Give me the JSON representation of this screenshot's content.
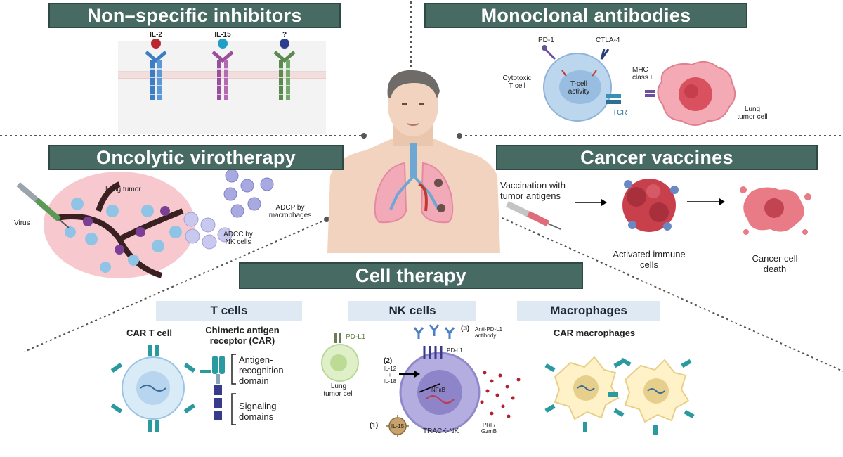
{
  "sections": {
    "non_specific": {
      "title": "Non–specific inhibitors",
      "receptors": [
        "IL-2",
        "IL-15",
        "?"
      ]
    },
    "monoclonal": {
      "title": "Monoclonal antibodies",
      "pd1": "PD-1",
      "ctla4": "CTLA-4",
      "cytotoxic": "Cytotoxic\nT cell",
      "tcell_activity": "T-cell\nactivity",
      "mhc": "MHC\nclass I",
      "tcr": "TCR",
      "lung_tumor_cell": "Lung\ntumor cell"
    },
    "oncolytic": {
      "title": "Oncolytic virotherapy",
      "lung_tumor": "Lung tumor",
      "virus": "Virus",
      "adcp": "ADCP by\nmacrophages",
      "adcc": "ADCC by\nNK cells"
    },
    "vaccines": {
      "title": "Cancer vaccines",
      "vaccination": "Vaccination with\ntumor antigens",
      "activated": "Activated immune\ncells",
      "death": "Cancer cell\ndeath"
    },
    "cell_therapy": {
      "title": "Cell therapy",
      "t_cells": {
        "header": "T cells",
        "car_t_cell": "CAR T cell",
        "car": "Chimeric antigen\nreceptor (CAR)",
        "antigen_domain": "Antigen-\nrecognition\ndomain",
        "signaling": "Signaling\ndomains"
      },
      "nk_cells": {
        "header": "NK cells",
        "pdl1_tumor": "PD-L1",
        "lung_tumor_cell": "Lung\ntumor cell",
        "step3": "(3)",
        "anti_pdl1": "Anti-PD-L1\nantibody",
        "pdl1_nk": "PD-L1",
        "step2": "(2)",
        "il12_il18": "IL-12\n+\nIL-18",
        "nfkb": "NFκB",
        "step1": "(1)",
        "il15": "IL-15",
        "track_nk": "TRACK-NK",
        "prf": "PRF/\nGzmB"
      },
      "macrophages": {
        "header": "Macrophages",
        "car_macrophages": "CAR macrophages"
      }
    }
  },
  "colors": {
    "banner": "#476a62",
    "subheader": "#dfe9f3",
    "tumor_pink": "#e8707c",
    "tcell_blue": "#b9d6ee",
    "teal_receptor": "#2a9aa0",
    "skin": "#f1d3bf"
  }
}
